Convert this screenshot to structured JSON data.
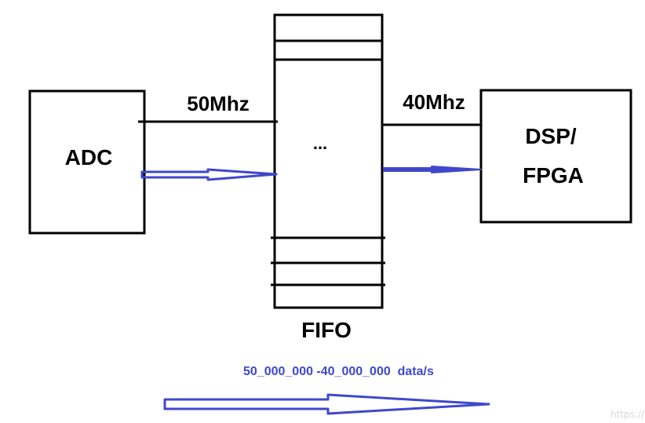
{
  "blocks": {
    "adc": {
      "label": "ADC"
    },
    "fifo": {
      "label": "FIFO",
      "inner_label": "..."
    },
    "dsp": {
      "label_line1": "DSP/",
      "label_line2": "FPGA"
    }
  },
  "links": {
    "write_clock": "50Mhz",
    "read_clock": "40Mhz"
  },
  "rate_note": "50_000_000 -40_000_000  data/s",
  "watermark": "https://b",
  "colors": {
    "line": "#000000",
    "arrow": "#3f48cc",
    "rate_text": "#3f48cc",
    "watermark": "#dddddd"
  }
}
